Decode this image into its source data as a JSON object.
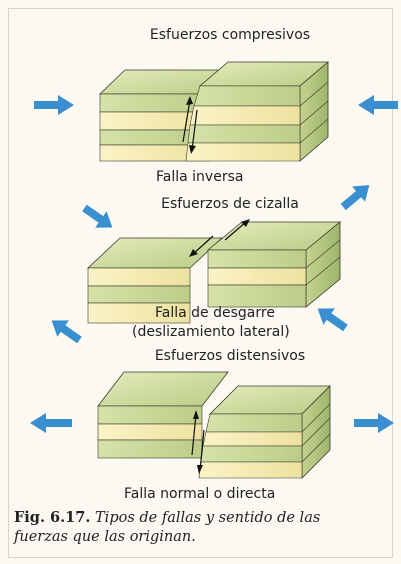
{
  "diagrams": [
    {
      "title": "Esfuerzos compresivos",
      "fault_label": "Falla inversa",
      "force_type": "compression"
    },
    {
      "title": "Esfuerzos de cizalla",
      "fault_label_line1": "Falla de desgarre",
      "fault_label_line2": "(deslizamiento lateral)",
      "force_type": "shear"
    },
    {
      "title": "Esfuerzos distensivos",
      "fault_label": "Falla normal o directa",
      "force_type": "tension"
    }
  ],
  "caption": {
    "figure_number": "Fig. 6.17.",
    "text_line1": "Tipos de fallas y sentido de las",
    "text_line2": "fuerzas que las originan."
  },
  "colors": {
    "arrow": "#3a8fd0",
    "layer_light": "#f3ecb5",
    "layer_green": "#c9d99a",
    "layer_side": "#b5c77f",
    "top_face": "#d4e0a4",
    "outline": "#3a3a2a"
  }
}
